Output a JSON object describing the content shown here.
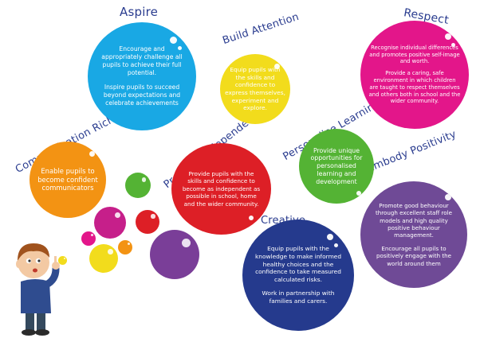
{
  "colors": {
    "title": "#2a3c8f",
    "aspire": "#19a8e4",
    "build_attention": "#f2dc1c",
    "respect": "#e3168a",
    "communication": "#f39313",
    "independence": "#dd1f26",
    "personalise": "#54b334",
    "positivity": "#6f4a96",
    "creative": "#253a8d"
  },
  "bubbles": {
    "aspire": {
      "title": "Aspire",
      "p1": "Encourage and appropriately challenge all pupils to achieve their full potential.",
      "p2": "Inspire pupils to succeed beyond expectations and celebrate achievements"
    },
    "build_attention": {
      "title": "Build Attention",
      "p1": "Equip pupils with the skills and confidence to express themselves, experiment and explore."
    },
    "respect": {
      "title": "Respect",
      "p1": "Recognise individual differences and promotes positive self-image and worth.",
      "p2": "Provide a caring, safe environment in which children are taught to respect themselves and others both in school and the wider community."
    },
    "communication": {
      "title": "Communication Rich",
      "p1": "Enable pupils to become confident communicators"
    },
    "independence": {
      "title": "Promote Independence",
      "p1": "Provide pupils with the skills and confidence to become as independent as possible in school, home and the wider community."
    },
    "personalise": {
      "title": "Personalise Learning",
      "p1": "Provide unique opportunities for personalised learning and development"
    },
    "positivity": {
      "title": "Embody Positivity",
      "p1": "Promote good behaviour through excellent staff role models and high quality positive behaviour management.",
      "p2": "Encourage all pupils to positively engage with the world around them"
    },
    "creative": {
      "title": "Creative",
      "p1": "Equip pupils with the knowledge to make informed healthy choices and the confidence to take measured calculated risks.",
      "p2": "Work in partnership with families and carers."
    }
  },
  "icons": {
    "boy": "boy-blowing-bubbles-icon"
  }
}
